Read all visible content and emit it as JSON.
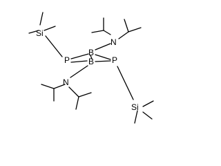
{
  "diagram": {
    "type": "chemical-structure",
    "atom_labels": {
      "si_top": "Si",
      "p_left": "P",
      "b_top": "B",
      "b_bottom": "B",
      "p_right": "P",
      "n_top": "N",
      "n_bottom": "N",
      "si_bottom": "Si"
    }
  }
}
